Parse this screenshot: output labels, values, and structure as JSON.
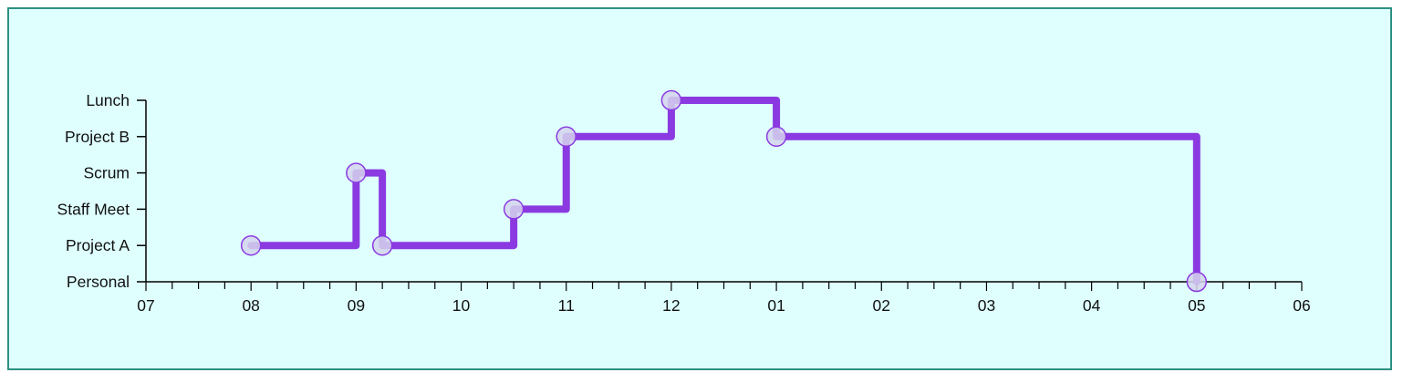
{
  "chart_data": {
    "type": "line",
    "step": true,
    "title": "",
    "xlabel": "",
    "ylabel": "",
    "x_tick_labels": [
      "07",
      "08",
      "09",
      "10",
      "11",
      "12",
      "01",
      "02",
      "03",
      "04",
      "05",
      "06"
    ],
    "x_range_hours": [
      7,
      18
    ],
    "x_minor_ticks_per_hour": 4,
    "y_categories": [
      "Personal",
      "Project A",
      "Staff Meet",
      "Scrum",
      "Project B",
      "Lunch"
    ],
    "series": [
      {
        "points": [
          {
            "time": "08:00",
            "category": "Project A"
          },
          {
            "time": "09:00",
            "category": "Scrum"
          },
          {
            "time": "09:15",
            "category": "Project A"
          },
          {
            "time": "10:30",
            "category": "Staff Meet"
          },
          {
            "time": "11:00",
            "category": "Project B"
          },
          {
            "time": "12:00",
            "category": "Lunch"
          },
          {
            "time": "13:00",
            "category": "Project B"
          },
          {
            "time": "17:00",
            "category": "Personal"
          }
        ]
      }
    ],
    "grid": false,
    "legend": "none",
    "colors": {
      "line": "#8a3ae0",
      "marker_stroke": "#8a3ae0",
      "marker_fill": "#d5d5ec",
      "background": "#dfffff",
      "border": "#2e9184"
    }
  }
}
